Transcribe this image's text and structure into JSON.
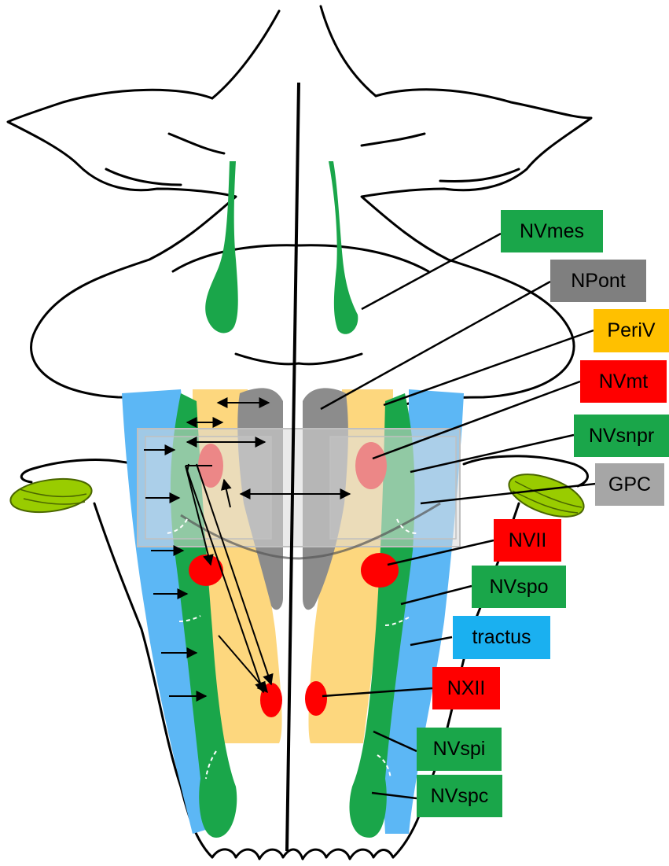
{
  "colors": {
    "green": "#1aa64a",
    "red": "#ff0000",
    "gray": "#8c8c8c",
    "light_gray": "#a6a6a6",
    "dark_gray": "#7f7f7f",
    "yellow": "#ffd45a",
    "yellow_fill": "#fdd77e",
    "blue": "#5cb7f5",
    "lime": "#99cc00",
    "outline": "#000000",
    "overlay": "#d9d9d9"
  },
  "labels": {
    "nvmes": {
      "text": "NVmes",
      "color": "#1aa64a"
    },
    "npont": {
      "text": "NPont",
      "color": "#7f7f7f"
    },
    "periv": {
      "text": "PeriV",
      "color": "#ffc000"
    },
    "nvmt": {
      "text": "NVmt",
      "color": "#ff0000"
    },
    "nvsnpr": {
      "text": "NVsnpr",
      "color": "#1aa64a"
    },
    "gpc": {
      "text": "GPC",
      "color": "#a6a6a6"
    },
    "nvii": {
      "text": "NVII",
      "color": "#ff0000"
    },
    "nvspo": {
      "text": "NVspo",
      "color": "#1aa64a"
    },
    "tractus": {
      "text": "tractus",
      "color": "#1ab0f0"
    },
    "nxii": {
      "text": "NXII",
      "color": "#ff0000"
    },
    "nvspi": {
      "text": "NVspi",
      "color": "#1aa64a"
    },
    "nvspc": {
      "text": "NVspc",
      "color": "#1aa64a"
    }
  }
}
